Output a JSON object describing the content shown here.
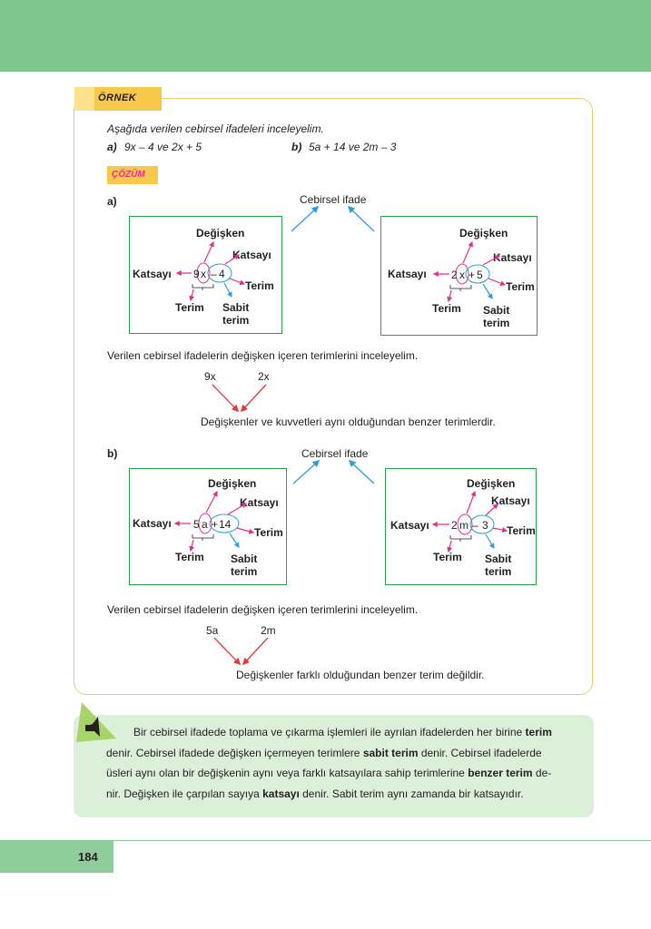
{
  "example": {
    "tag": "ÖRNEK",
    "intro": "Aşağıda verilen cebirsel ifadeleri inceleyelim.",
    "part_a_label": "a)",
    "part_a_text": "9x – 4  ve  2x + 5",
    "part_b_label": "b)",
    "part_b_text": "5a + 14  ve  2m – 3"
  },
  "solution": {
    "tag": "ÇÖZÜM",
    "a": {
      "label": "a)",
      "center_title": "Cebirsel ifade",
      "diagram_left": {
        "variable": "Değişken",
        "coefficient_left": "Katsayı",
        "coefficient_right": "Katsayı",
        "term_right": "Terim",
        "term_bottom": "Terim",
        "constant": "Sabit terim",
        "expr_coef": "9",
        "expr_var": "x",
        "expr_op": "–",
        "expr_const": "4"
      },
      "diagram_right": {
        "variable": "Değişken",
        "coefficient_left": "Katsayı",
        "coefficient_right": "Katsayı",
        "term_right": "Terim",
        "term_bottom": "Terim",
        "constant": "Sabit terim",
        "expr_coef": "2",
        "expr_var": "x",
        "expr_op": "+",
        "expr_const": "5"
      },
      "inspect_text": "Verilen cebirsel ifadelerin değişken içeren terimlerini inceleyelim.",
      "term1": "9x",
      "term2": "2x",
      "conclusion": "Değişkenler ve kuvvetleri aynı olduğundan benzer terimlerdir."
    },
    "b": {
      "label": "b)",
      "center_title": "Cebirsel ifade",
      "diagram_left": {
        "variable": "Değişken",
        "coefficient_left": "Katsayı",
        "coefficient_right": "Katsayı",
        "term_right": "Terim",
        "term_bottom": "Terim",
        "constant": "Sabit terim",
        "expr_coef": "5",
        "expr_var": "a",
        "expr_op": "+",
        "expr_const": "14"
      },
      "diagram_right": {
        "variable": "Değişken",
        "coefficient_left": "Katsayı",
        "coefficient_right": "Katsayı",
        "term_right": "Terim",
        "term_bottom": "Terim",
        "constant": "Sabit terim",
        "expr_coef": "2",
        "expr_var": "m",
        "expr_op": "–",
        "expr_const": "3"
      },
      "inspect_text": "Verilen cebirsel ifadelerin değişken içeren terimlerini inceleyelim.",
      "term1": "5a",
      "term2": "2m",
      "conclusion": "Değişkenler farklı olduğundan benzer terim değildir."
    }
  },
  "info": {
    "icon": "megaphone-icon",
    "l1_a": "Bir cebirsel ifadede toplama ve çıkarma işlemleri ile ayrılan ifadelerden her birine ",
    "l1_b": "terim",
    "l2_a": "denir. Cebirsel ifadede değişken içermeyen terimlere ",
    "l2_b": "sabit terim",
    "l2_c": " denir. Cebirsel ifadelerde",
    "l3_a": "üsleri aynı olan bir değişkenin aynı veya farklı katsayılara sahip terimlerine ",
    "l3_b": "benzer terim",
    "l3_c": " de-",
    "l4_a": "nir. Değişken ile çarpılan sayıya ",
    "l4_b": "katsayı",
    "l4_c": " denir. Sabit terim aynı zamanda bir katsayıdır."
  },
  "page_number": "184",
  "colors": {
    "band": "#7fc68e",
    "frame": "#f3c96a",
    "tag": "#f7c94a",
    "diagram_border": "#2aa14a",
    "pink": "#e2308c",
    "blue": "#2a9fd8",
    "red": "#e53a3a",
    "info_bg": "#dcefd8"
  }
}
